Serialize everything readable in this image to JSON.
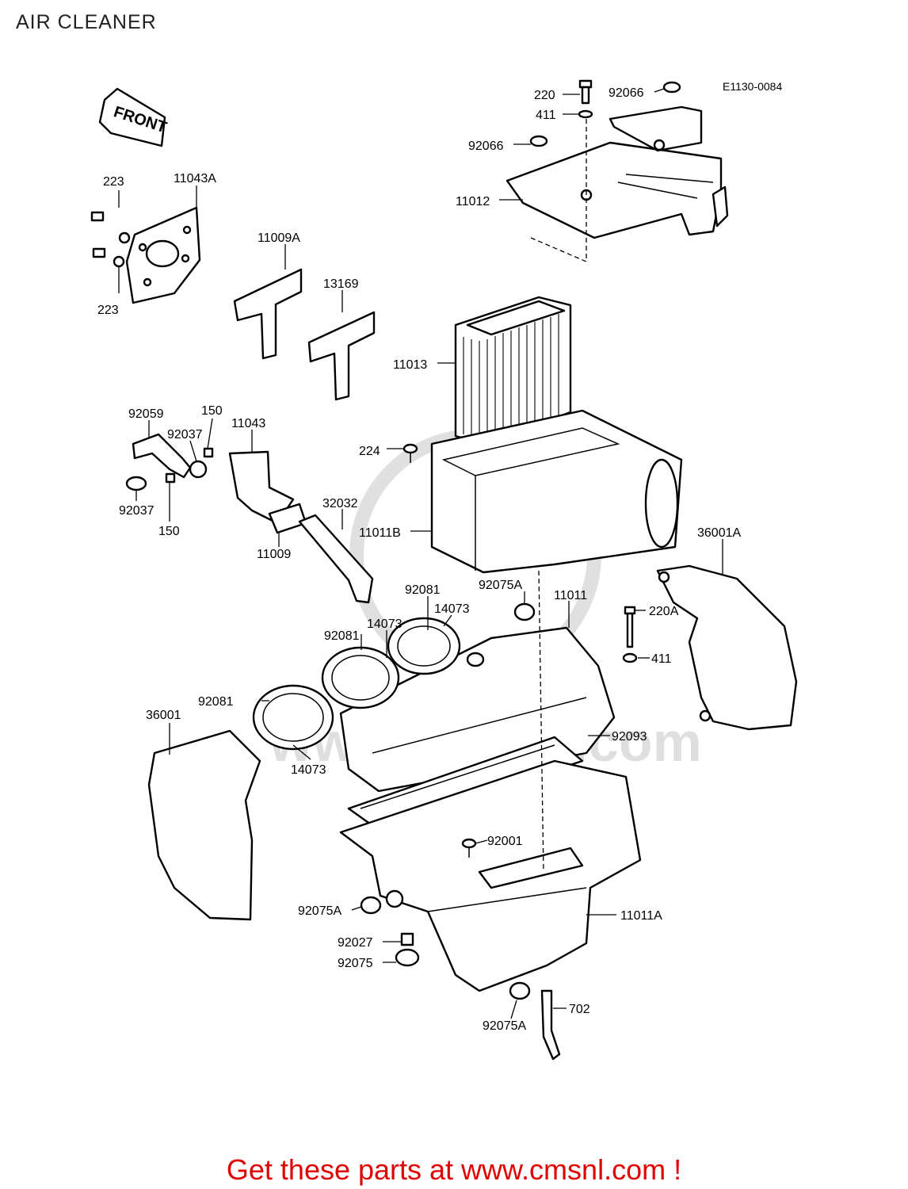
{
  "page": {
    "title": "AIR CLEANER",
    "diagram_code": "E1130-0084",
    "front_label": "FRONT",
    "footer": "Get these parts at www.cmsnl.com !",
    "watermark": "www.cmsnl.com",
    "accent_color": "#e00000"
  },
  "callouts": [
    {
      "id": "220-top",
      "text": "220"
    },
    {
      "id": "411-top",
      "text": "411"
    },
    {
      "id": "92066-right",
      "text": "92066"
    },
    {
      "id": "92066-left",
      "text": "92066"
    },
    {
      "id": "11012",
      "text": "11012"
    },
    {
      "id": "223-upper",
      "text": "223"
    },
    {
      "id": "11043A",
      "text": "11043A"
    },
    {
      "id": "11009A",
      "text": "11009A"
    },
    {
      "id": "13169",
      "text": "13169"
    },
    {
      "id": "223-lower",
      "text": "223"
    },
    {
      "id": "11013",
      "text": "11013"
    },
    {
      "id": "92059",
      "text": "92059"
    },
    {
      "id": "150-upper",
      "text": "150"
    },
    {
      "id": "92037-upper",
      "text": "92037"
    },
    {
      "id": "11043",
      "text": "11043"
    },
    {
      "id": "224",
      "text": "224"
    },
    {
      "id": "92037-lower",
      "text": "92037"
    },
    {
      "id": "150-lower",
      "text": "150"
    },
    {
      "id": "32032",
      "text": "32032"
    },
    {
      "id": "11011B",
      "text": "11011B"
    },
    {
      "id": "11009",
      "text": "11009"
    },
    {
      "id": "36001A",
      "text": "36001A"
    },
    {
      "id": "92081-top",
      "text": "92081"
    },
    {
      "id": "92075A-upper",
      "text": "92075A"
    },
    {
      "id": "11011",
      "text": "11011"
    },
    {
      "id": "14073-top",
      "text": "14073"
    },
    {
      "id": "14073-mid",
      "text": "14073"
    },
    {
      "id": "220A",
      "text": "220A"
    },
    {
      "id": "92081-mid",
      "text": "92081"
    },
    {
      "id": "411-right",
      "text": "411"
    },
    {
      "id": "92081-left",
      "text": "92081"
    },
    {
      "id": "36001",
      "text": "36001"
    },
    {
      "id": "92093",
      "text": "92093"
    },
    {
      "id": "14073-bottom",
      "text": "14073"
    },
    {
      "id": "92001",
      "text": "92001"
    },
    {
      "id": "92075A-lower",
      "text": "92075A"
    },
    {
      "id": "11011A",
      "text": "11011A"
    },
    {
      "id": "92027",
      "text": "92027"
    },
    {
      "id": "92075",
      "text": "92075"
    },
    {
      "id": "702",
      "text": "702"
    },
    {
      "id": "92075A-bottom",
      "text": "92075A"
    }
  ]
}
